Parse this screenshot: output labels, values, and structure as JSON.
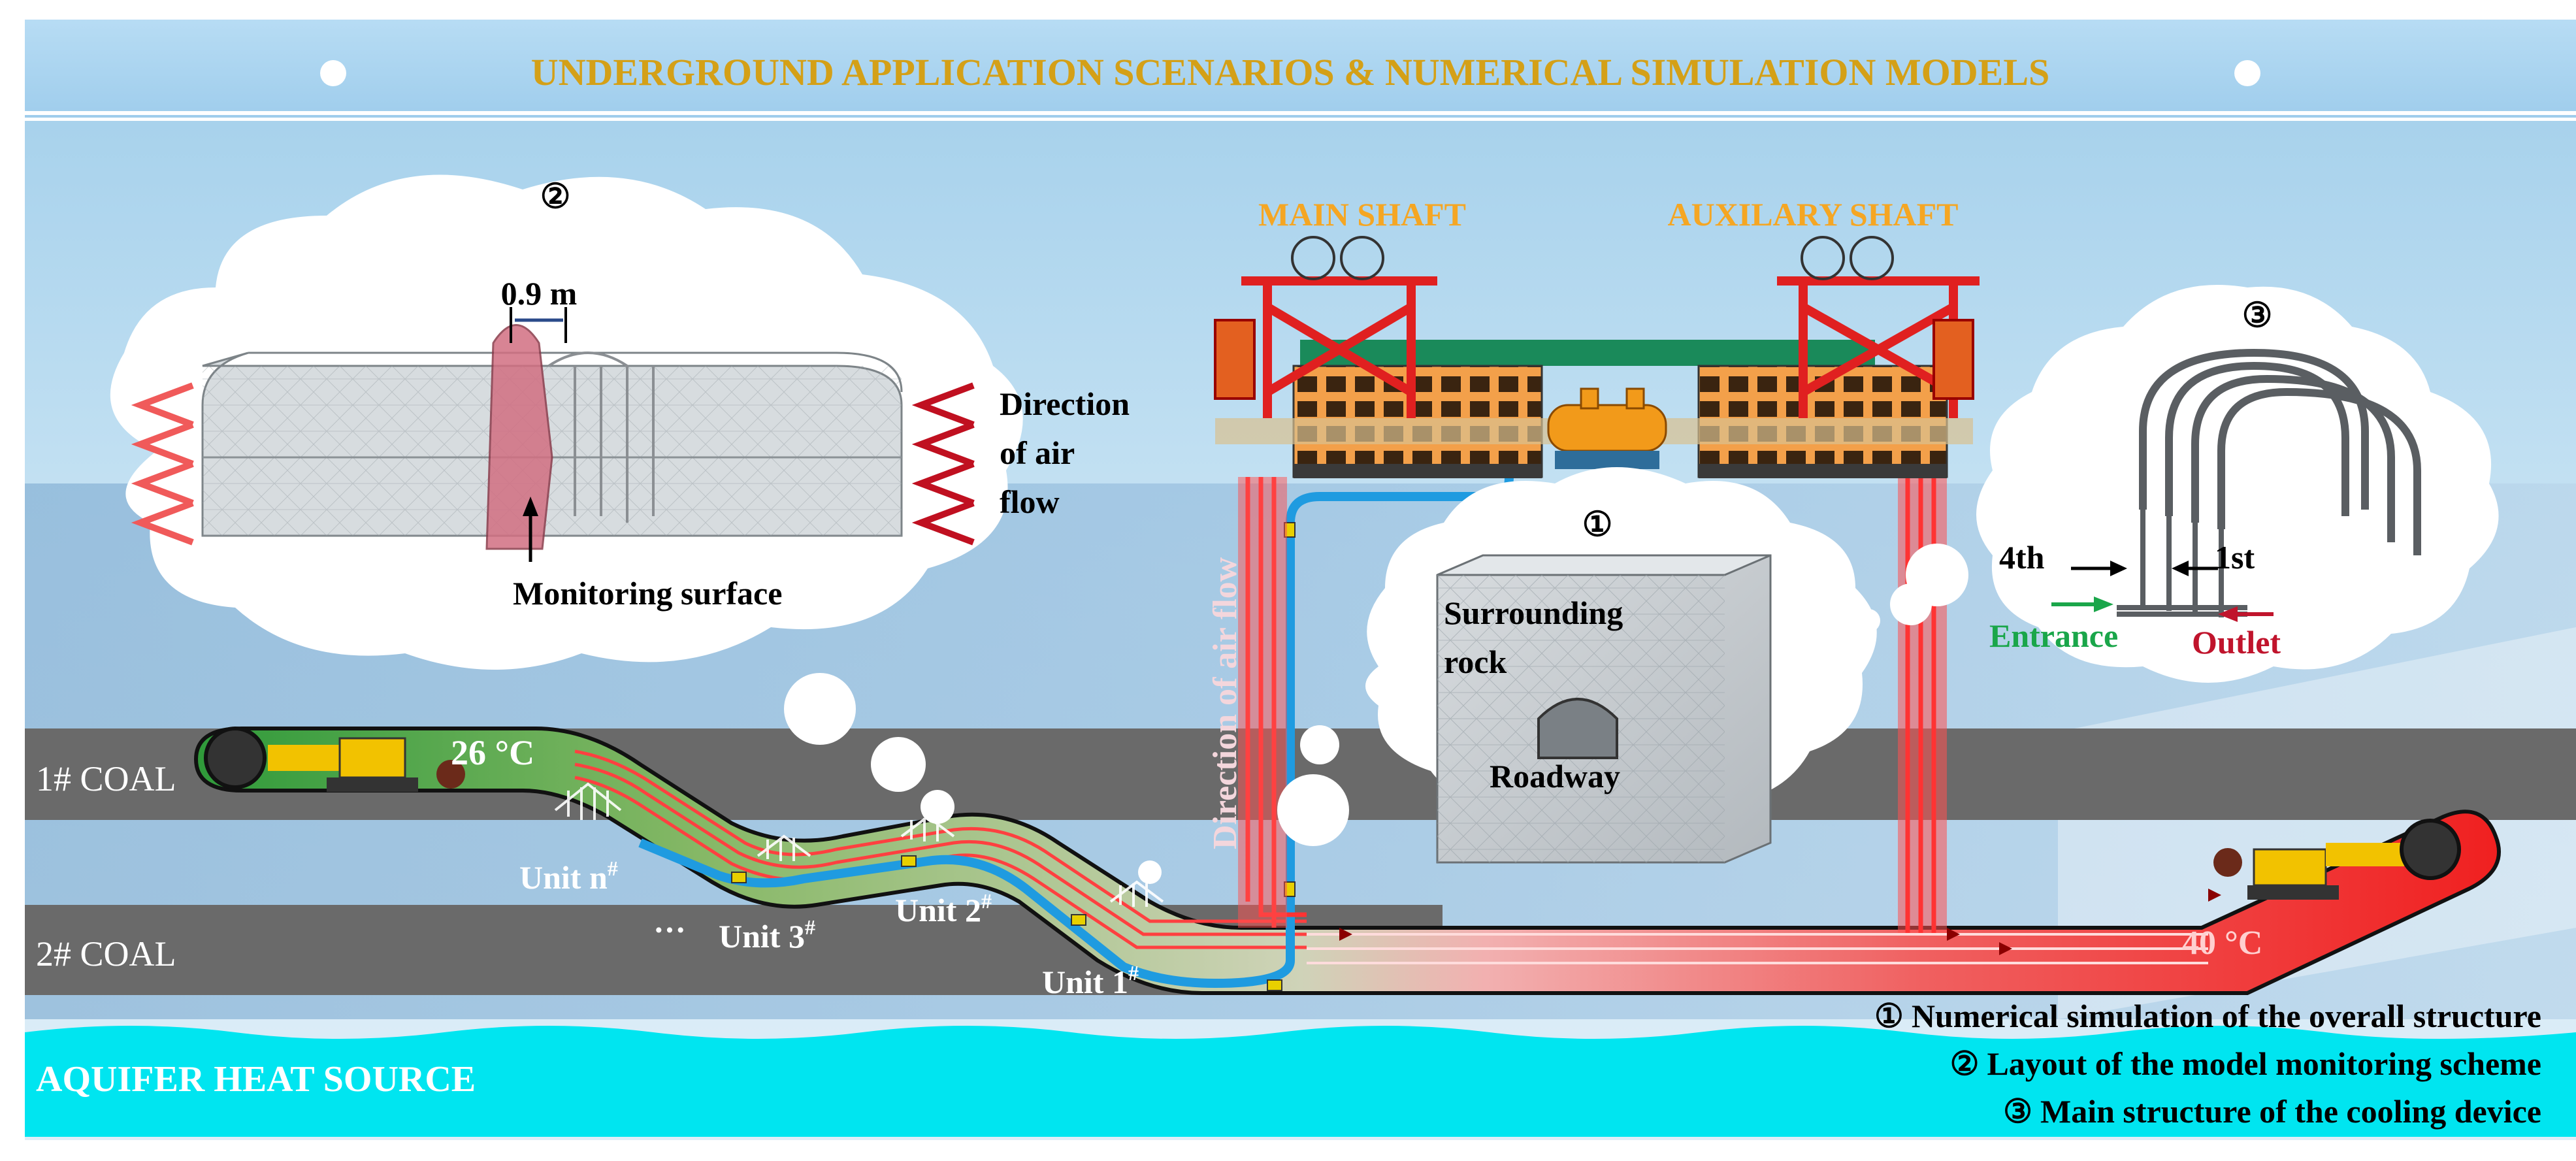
{
  "banner": {
    "title": "UNDERGROUND APPLICATION SCENARIOS & NUMERICAL SIMULATION MODELS"
  },
  "shafts": {
    "main": "MAIN SHAFT",
    "auxiliary": "AUXILARY SHAFT"
  },
  "seams": {
    "coal1": "1# COAL",
    "coal2": "2# COAL",
    "aquifer": "AQUIFER HEAT SOURCE"
  },
  "temps": {
    "cold": "26 °C",
    "hot": "40 °C"
  },
  "air_flow_label": "Direction of air flow",
  "units": [
    {
      "text": "Unit n",
      "sup": "#"
    },
    {
      "text": "Unit 3",
      "sup": "#"
    },
    {
      "text": "Unit 2",
      "sup": "#"
    },
    {
      "text": "Unit 1",
      "sup": "#"
    }
  ],
  "ellipsis": "···",
  "panel1": {
    "marker": "①",
    "rock": [
      "Surrounding",
      "rock"
    ],
    "roadway": "Roadway"
  },
  "panel2": {
    "marker": "②",
    "dimension": "0.9 m",
    "air_direction": [
      "Direction",
      "of air",
      "flow"
    ],
    "monitoring": "Monitoring surface"
  },
  "panel3": {
    "marker": "③",
    "fourth": "4th",
    "first": "1st",
    "entrance": "Entrance",
    "outlet": "Outlet"
  },
  "legend": [
    {
      "marker": "①",
      "text": "Numerical simulation of the overall structure"
    },
    {
      "marker": "②",
      "text": "Layout of the model monitoring scheme"
    },
    {
      "marker": "③",
      "text": "Main structure of the cooling device"
    }
  ],
  "colors": {
    "title_gold": "#d4a017",
    "shaft_label": "#f5a623",
    "coal_band": "#6a6a6a",
    "aquifer": "#00e5f0",
    "hot_pipe": "#f03030",
    "cold_pipe": "#1f9be0",
    "entrance_green": "#1aa64a",
    "outlet_red": "#c0142c"
  }
}
